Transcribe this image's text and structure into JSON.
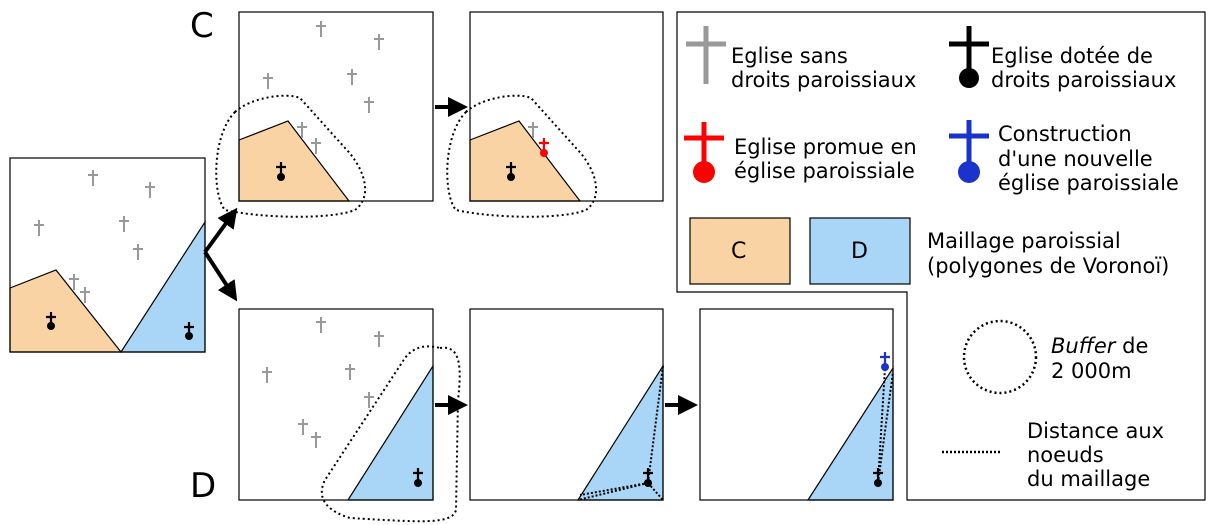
{
  "panel_labels": {
    "c": "C",
    "d": "D"
  },
  "legend": {
    "church_no_rights": {
      "line1": "Eglise sans",
      "line2": "droits paroissiaux"
    },
    "church_with_rights": {
      "line1": "Eglise dotée de",
      "line2": "droits paroissiaux"
    },
    "church_promoted": {
      "line1": "Eglise promue en",
      "line2": "église paroissiale"
    },
    "church_new": {
      "line1": "Construction",
      "line2": "d'une nouvelle",
      "line3": "église paroissiale"
    },
    "swatch_c": "C",
    "swatch_d": "D",
    "mesh": {
      "line1": "Maillage paroissial",
      "line2": "(polygones de Voronoï)"
    },
    "buffer": {
      "italic": "Buffer",
      "rest": " de",
      "line2": "2 000m"
    },
    "distance": {
      "line1": "Distance aux",
      "line2": "noeuds",
      "line3": "du maillage"
    }
  },
  "colors": {
    "zone_c": "#f9d3a3",
    "zone_d": "#a9d6f7",
    "church_grey": "#999999",
    "church_black": "#000000",
    "church_red": "#ff0000",
    "church_blue": "#1a33cc"
  }
}
